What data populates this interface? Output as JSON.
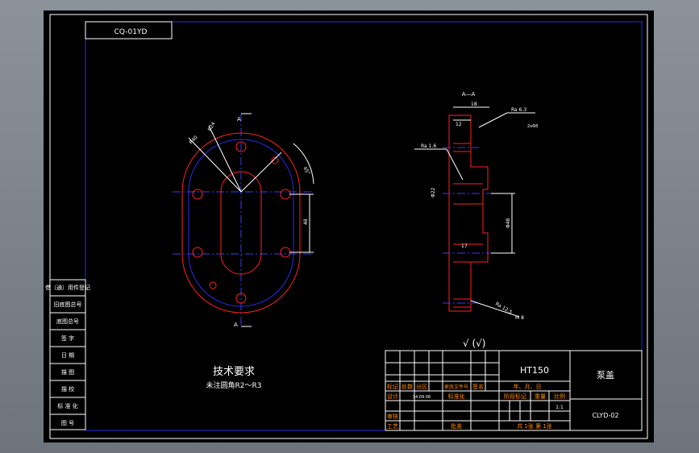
{
  "drawing": {
    "top_label": "CQ-01YD",
    "section_label": "A—A",
    "section_mark": "A",
    "tech_title": "技术要求",
    "tech_note": "未注圆角R2～R3",
    "roughness_symbol": "√ (√)",
    "dims": {
      "r_outer": "R40",
      "r_inner": "R24",
      "angle": "45°",
      "height": "48",
      "width_top": "18",
      "depth": "12",
      "bore": "Φ48",
      "hole": "Φ22",
      "small": "17",
      "ra1": "Ra 1.6",
      "ra2": "Ra 6.3",
      "ra3": "Ra 12.5",
      "count": "2xΦ8",
      "thread": "M 8"
    }
  },
  "left_table": {
    "rows": [
      "借（通）用件登记",
      "旧底图总号",
      "底图总号",
      "签  字",
      "日  期",
      "描  图",
      "描  校",
      "标 准 化",
      "图  号"
    ]
  },
  "title_block": {
    "material": "HT150",
    "part_name": "泵盖",
    "drawing_no": "CLYD-02",
    "row1": [
      "标记",
      "处数",
      "分区",
      "更改文件号",
      "签名",
      "年、月、日"
    ],
    "row2": [
      "设计",
      "14.09.06",
      "标准化"
    ],
    "stage_mark": "阶段标记",
    "weight": "重量",
    "scale_label": "比例",
    "scale": "1:1",
    "check": "审核",
    "process": "工艺",
    "approve": "批准",
    "sheets": "共 1张  第 1张"
  }
}
